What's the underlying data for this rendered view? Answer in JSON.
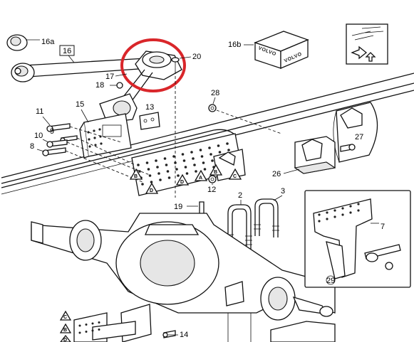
{
  "callouts": {
    "c16a": "16a",
    "c16": "16",
    "c16b": "16b",
    "c20": "20",
    "c17": "17",
    "c18": "18",
    "c15": "15",
    "c13": "13",
    "c11": "11",
    "c9": "9",
    "c10": "10",
    "c8": "8",
    "c28": "28",
    "c27": "27",
    "c26": "26",
    "c12": "12",
    "c2": "2",
    "c3": "3",
    "c19": "19",
    "c7": "7",
    "c29": "29",
    "c14": "14"
  },
  "markers": {
    "a": "A",
    "b": "B",
    "c": "C",
    "d": "D"
  },
  "box_brand": "VOLVO",
  "highlight_color": "#d9262a"
}
